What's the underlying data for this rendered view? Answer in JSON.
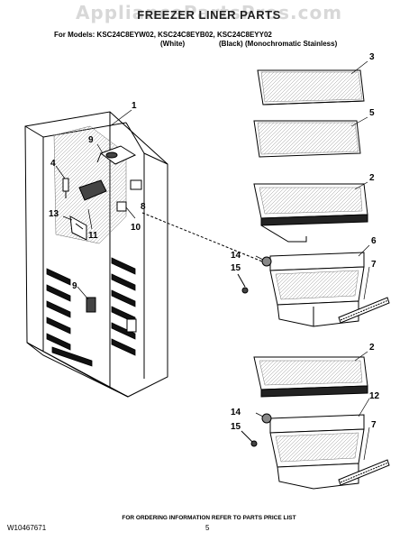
{
  "header": {
    "watermark": "AppliancePartsPros.com",
    "title": "FREEZER LINER PARTS",
    "models_line": "For Models: KSC24C8EYW02, KSC24C8EYB02, KSC24C8EYY02",
    "variant_white": "(White)",
    "variant_black": "(Black)",
    "variant_stainless": "(Monochromatic Stainless)"
  },
  "callouts": {
    "c1": "1",
    "c2a": "2",
    "c2b": "2",
    "c3": "3",
    "c4": "4",
    "c5": "5",
    "c6": "6",
    "c7a": "7",
    "c7b": "7",
    "c8": "8",
    "c9a": "9",
    "c9b": "9",
    "c10": "10",
    "c11": "11",
    "c12": "12",
    "c13": "13",
    "c14a": "14",
    "c14b": "14",
    "c15a": "15",
    "c15b": "15"
  },
  "footer": {
    "notice": "FOR ORDERING INFORMATION REFER TO PARTS PRICE LIST",
    "doc_number": "W10467671",
    "page_number": "5"
  }
}
